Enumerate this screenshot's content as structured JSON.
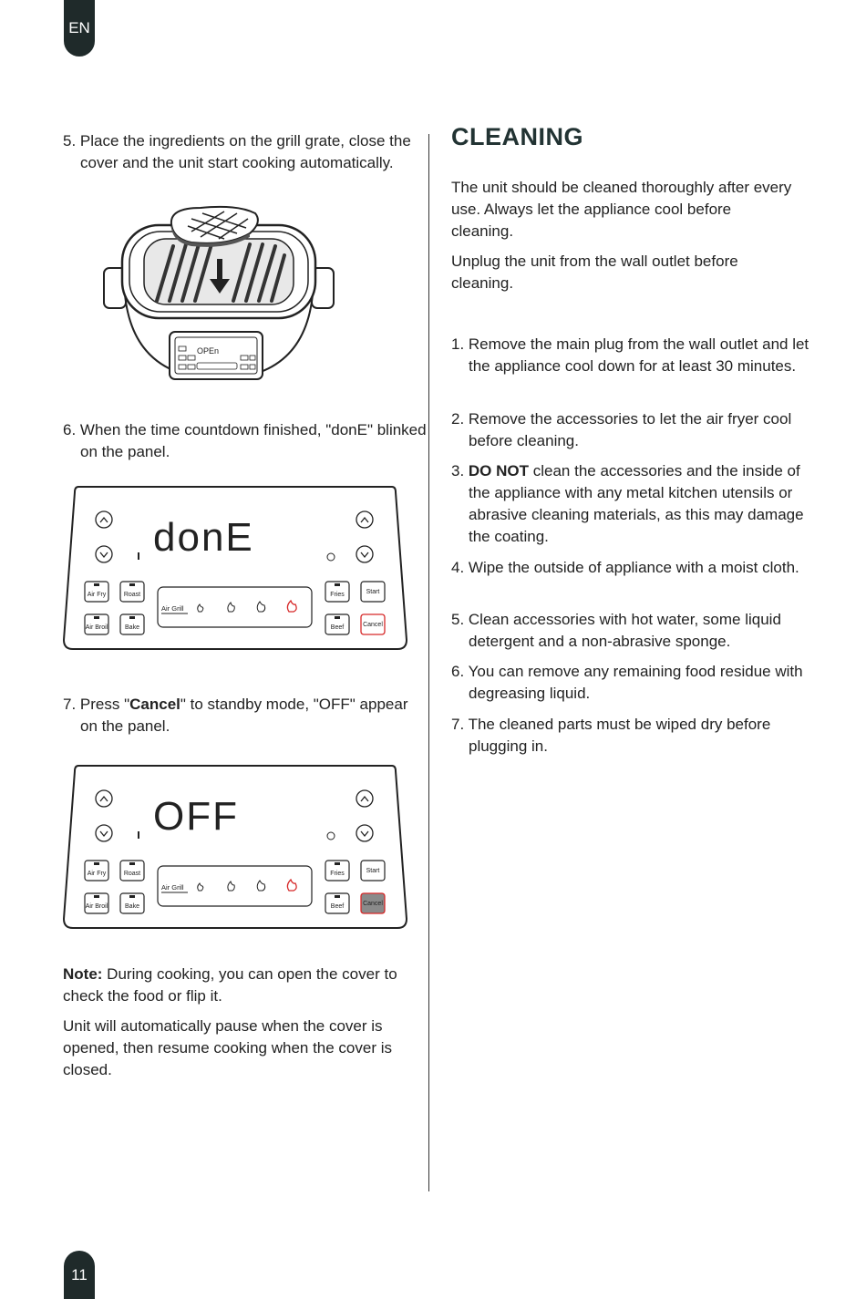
{
  "header": {
    "lang_tab": "EN"
  },
  "footer": {
    "page_number": "11"
  },
  "left": {
    "step5": "5. Place the ingredients on the grill grate, close the cover and the unit start cooking automatically.",
    "step6": "6. When the time countdown finished, \"donE\" blinked on the panel.",
    "step7": {
      "prefix": "7. Press \"",
      "bold": "Cancel",
      "suffix": "\" to standby mode, \"OFF\" appear on the panel."
    },
    "note": {
      "label": "Note:",
      "text": " During cooking, you can open the cover to check the food or flip it."
    },
    "note2": "Unit will automatically pause when the cover is opened, then resume cooking when the cover is closed."
  },
  "figures": {
    "unit_display": "OPEn",
    "panel1": {
      "display": "donE",
      "buttons": {
        "air_fry": "Air Fry",
        "roast": "Roast",
        "air_broil": "Air Broil",
        "bake": "Bake",
        "fries": "Fries",
        "start": "Start",
        "beef": "Beef",
        "cancel": "Cancel"
      },
      "mode_label": "Air Grill"
    },
    "panel2": {
      "display": "OFF",
      "buttons": {
        "air_fry": "Air Fry",
        "roast": "Roast",
        "air_broil": "Air Broil",
        "bake": "Bake",
        "fries": "Fries",
        "start": "Start",
        "beef": "Beef",
        "cancel": "Cancel"
      },
      "mode_label": "Air Grill"
    }
  },
  "right": {
    "heading": "CLEANING",
    "intro1": "The unit should be cleaned thoroughly after every use. Always let the appliance cool before cleaning.",
    "intro2": "Unplug the unit from the wall outlet before cleaning.",
    "steps": [
      {
        "text": "1. Remove the main plug from the wall outlet and let the appliance cool down for at least 30 minutes."
      },
      {
        "text": "2. Remove the accessories to let the air fryer cool before cleaning."
      },
      {
        "prefix": "3. ",
        "bold": "DO NOT",
        "text": " clean the accessories and the inside of the appliance with any metal kitchen utensils or abrasive cleaning materials, as this may damage the coating."
      },
      {
        "text": "4. Wipe the outside of appliance with a moist cloth."
      },
      {
        "text": "5. Clean accessories with hot water, some liquid detergent and a non-abrasive sponge."
      },
      {
        "text": "6. You can remove any remaining food residue with degreasing liquid."
      },
      {
        "text": "7. The cleaned parts must be wiped dry before plugging in."
      }
    ]
  },
  "colors": {
    "tab": "#1f2a2a",
    "flame_red": "#d62828",
    "cancel_pressed": "#8a8a8a"
  }
}
